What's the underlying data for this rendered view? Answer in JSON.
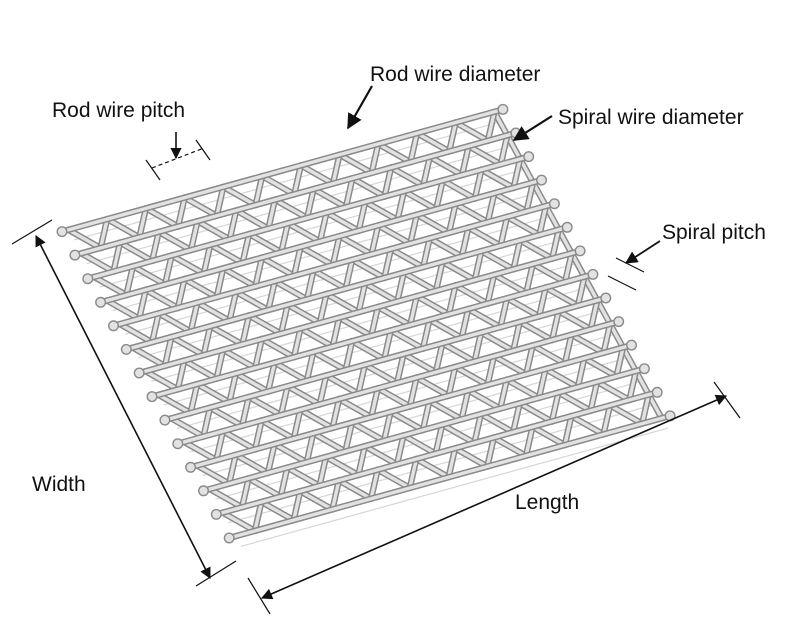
{
  "labels": {
    "rod_wire_diameter": "Rod wire diameter",
    "rod_wire_pitch": "Rod wire pitch",
    "spiral_wire_diameter": "Spiral wire diameter",
    "spiral_pitch": "Spiral pitch",
    "width": "Width",
    "length": "Length"
  },
  "colors": {
    "wire_dark": "#8a8a8a",
    "wire_light": "#e2e2e2",
    "wire_shadow": "#d6d6d6",
    "text": "#111111",
    "line": "#111111"
  },
  "mesh": {
    "rods": 14,
    "spirals": 11
  }
}
